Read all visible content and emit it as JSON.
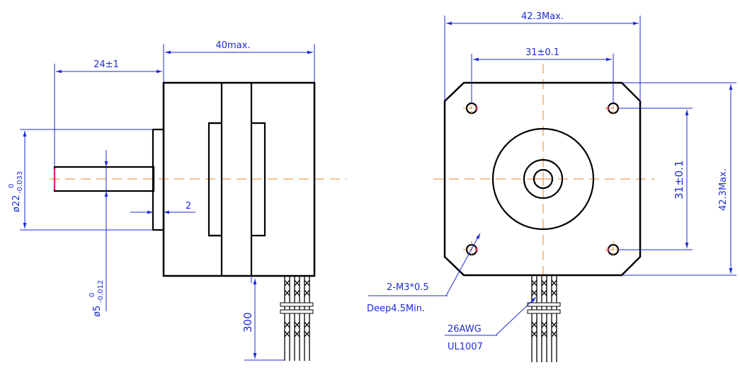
{
  "colors": {
    "outline": "#000000",
    "dimension": "#1e2bd6",
    "centerline": "#e08a2a",
    "hole_highlight": "#e0267a"
  },
  "side_view": {
    "total_length": "40max.",
    "shaft_length": "24±1",
    "flange_thickness": "2",
    "flange_dia_main": "ø22",
    "flange_dia_upper": "0",
    "flange_dia_lower": "-0.033",
    "shaft_dia_main": "ø5",
    "shaft_dia_upper": "0",
    "shaft_dia_lower": "-0.012",
    "lead_length": "300"
  },
  "front_view": {
    "overall_width": "42.3Max.",
    "hole_spacing_h": "31±0.1",
    "hole_spacing_v": "31±0.1",
    "overall_height": "42.3Max.",
    "thread_spec": "2-M3*0.5",
    "thread_depth": "Deep4.5Min.",
    "wire_gauge": "26AWG",
    "wire_standard": "UL1007"
  },
  "icons": [
    "leader-arrow-icon",
    "center-mark-icon",
    "wire-bundle-icon"
  ]
}
